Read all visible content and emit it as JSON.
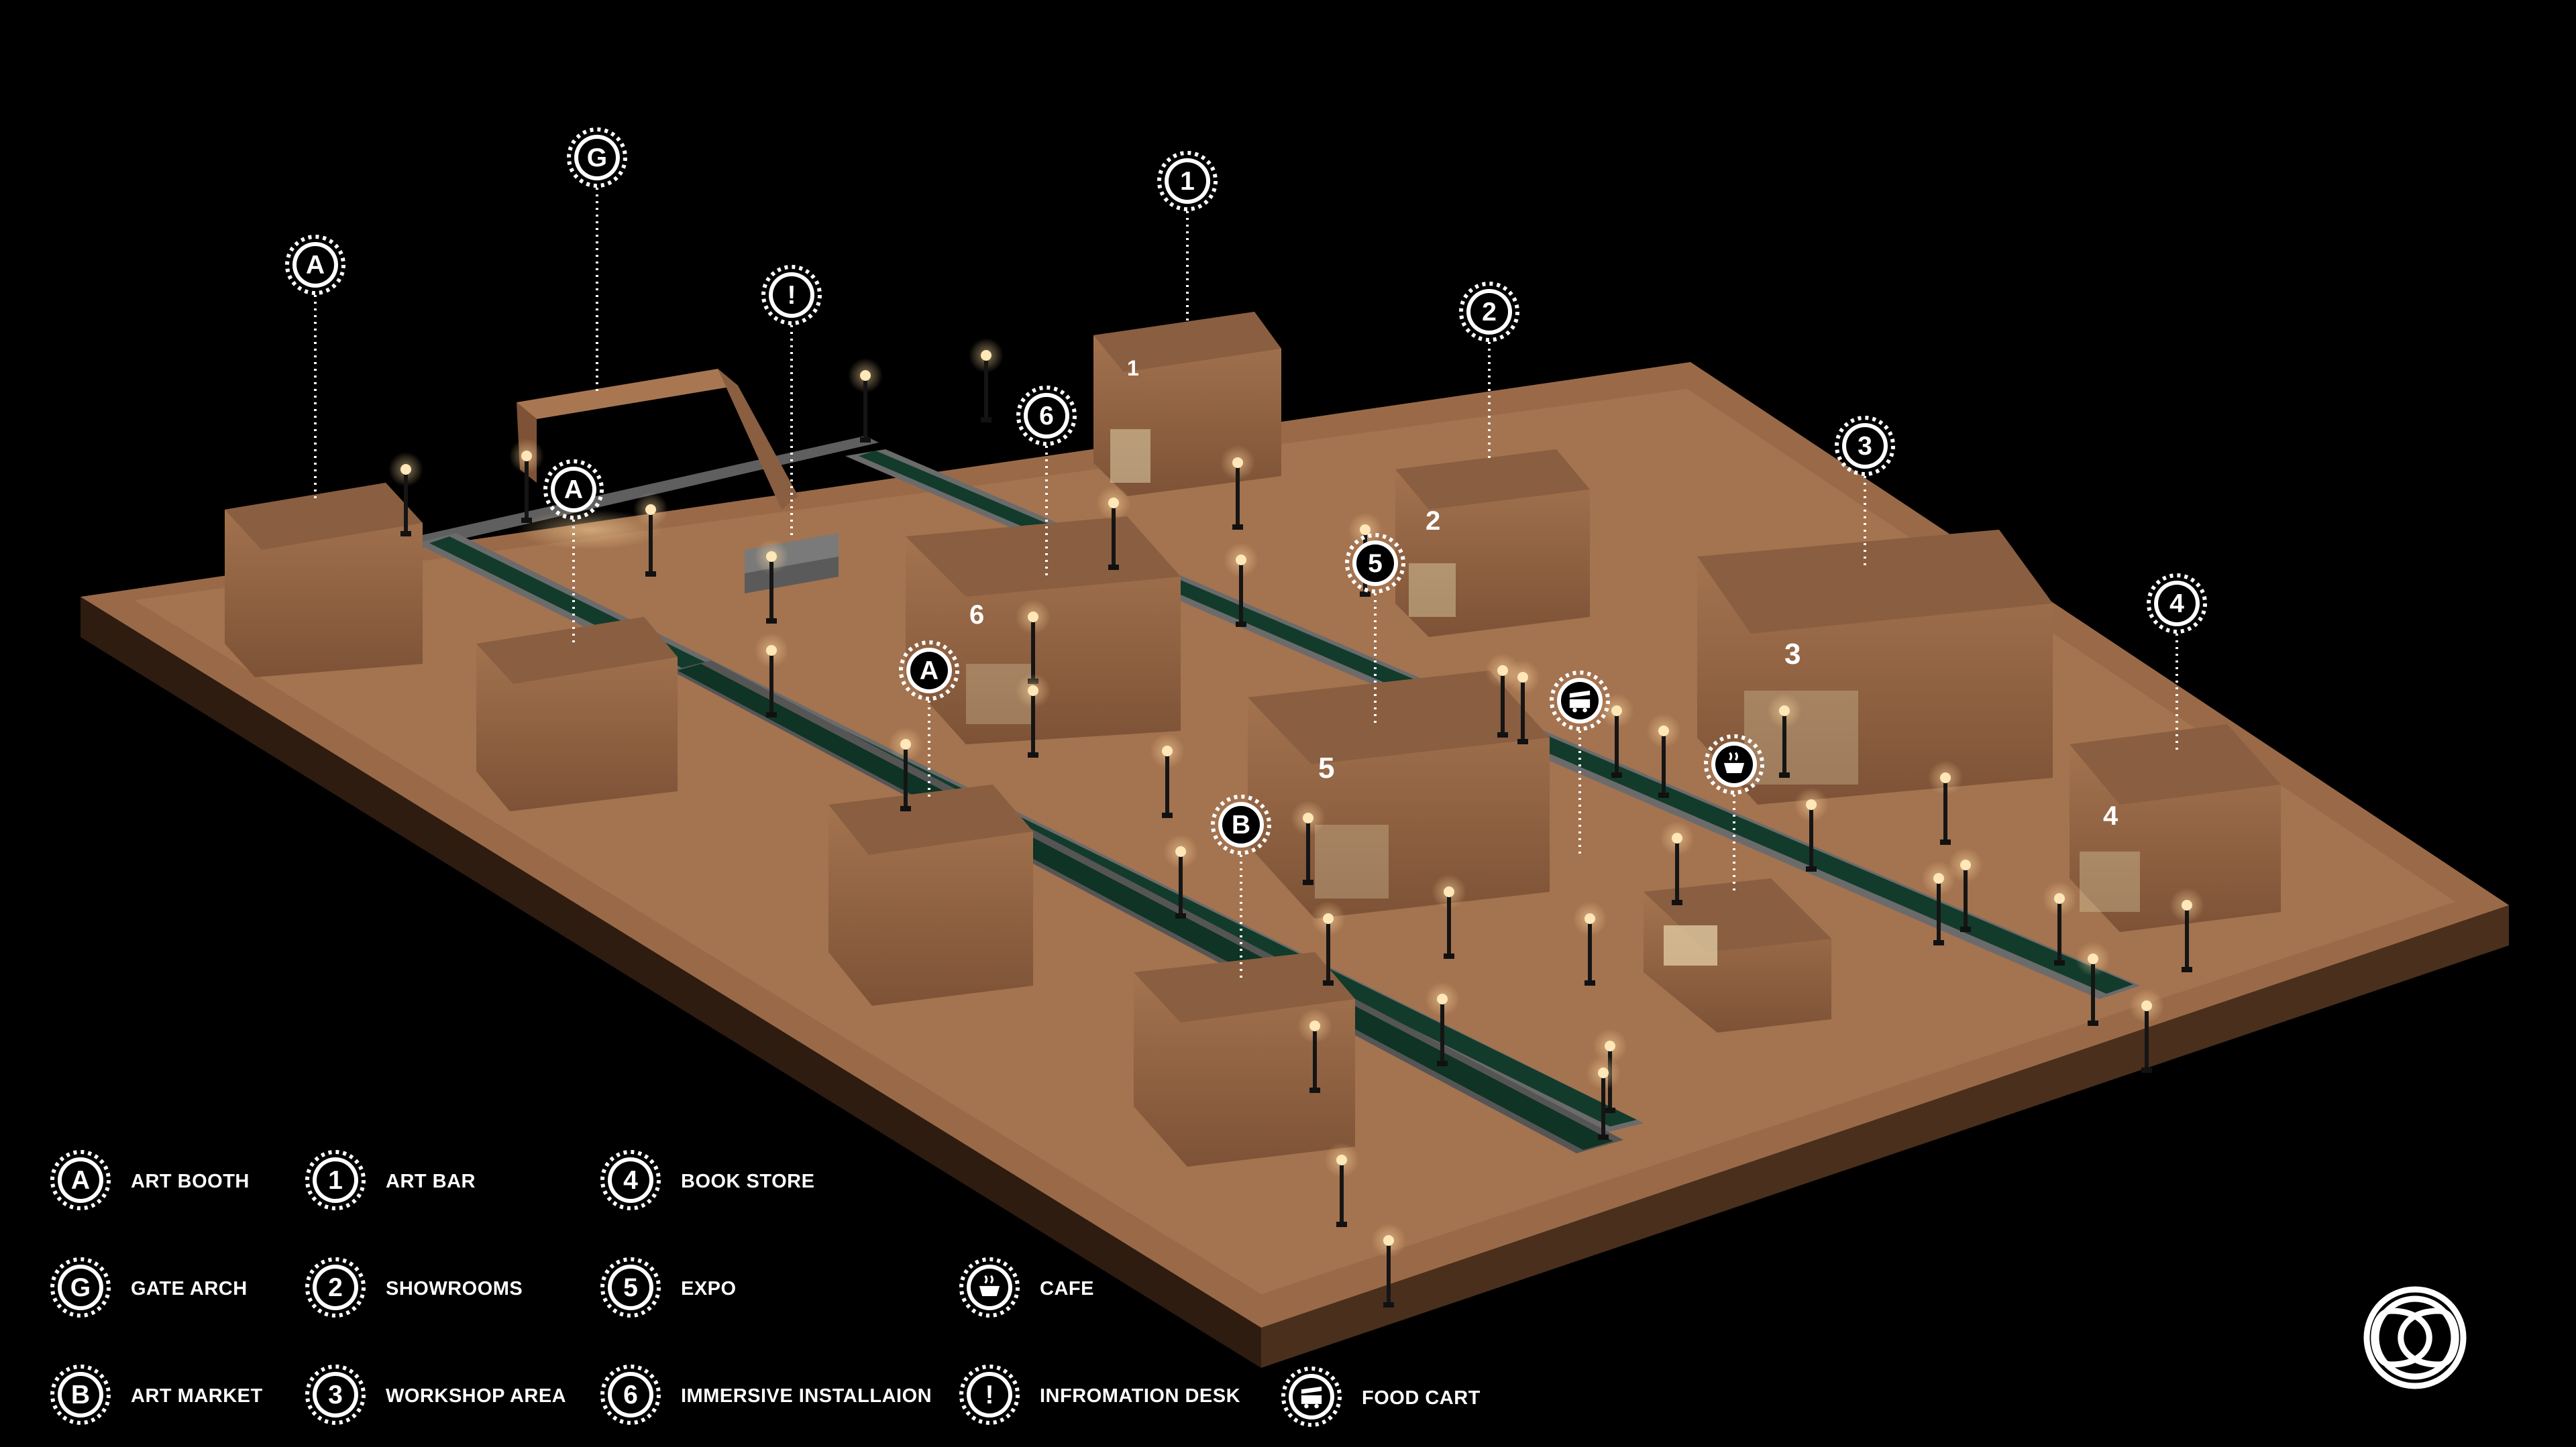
{
  "colors": {
    "background": "#000000",
    "deck": "#9a6a48",
    "deck_dark": "#5a3a26",
    "building": "#a0704c",
    "building_top": "#8a5e40",
    "water": "#123b2c",
    "walkway": "#6e6e6e",
    "marker": "#ffffff"
  },
  "markers": [
    {
      "symbol": "G",
      "icon": "letter"
    },
    {
      "symbol": "A",
      "icon": "letter"
    },
    {
      "symbol": "!",
      "icon": "letter"
    },
    {
      "symbol": "1",
      "icon": "letter"
    },
    {
      "symbol": "6",
      "icon": "letter"
    },
    {
      "symbol": "A",
      "icon": "letter"
    },
    {
      "symbol": "2",
      "icon": "letter"
    },
    {
      "symbol": "3",
      "icon": "letter"
    },
    {
      "symbol": "5",
      "icon": "letter"
    },
    {
      "symbol": "A",
      "icon": "letter"
    },
    {
      "symbol": "",
      "icon": "food-cart-icon"
    },
    {
      "symbol": "",
      "icon": "cafe-icon"
    },
    {
      "symbol": "4",
      "icon": "letter"
    },
    {
      "symbol": "B",
      "icon": "letter"
    }
  ],
  "building_numbers": [
    "1",
    "2",
    "3",
    "4",
    "5",
    "6"
  ],
  "legend": [
    {
      "symbol": "A",
      "icon": "letter",
      "label": "ART BOOTH"
    },
    {
      "symbol": "1",
      "icon": "letter",
      "label": "ART BAR"
    },
    {
      "symbol": "4",
      "icon": "letter",
      "label": "BOOK STORE"
    },
    {
      "symbol": "G",
      "icon": "letter",
      "label": "GATE ARCH"
    },
    {
      "symbol": "2",
      "icon": "letter",
      "label": "SHOWROOMS"
    },
    {
      "symbol": "5",
      "icon": "letter",
      "label": "EXPO"
    },
    {
      "symbol": "",
      "icon": "cafe-icon",
      "label": "CAFE"
    },
    {
      "symbol": "B",
      "icon": "letter",
      "label": "ART MARKET"
    },
    {
      "symbol": "3",
      "icon": "letter",
      "label": "WORKSHOP AREA"
    },
    {
      "symbol": "6",
      "icon": "letter",
      "label": "IMMERSIVE INSTALLAION"
    },
    {
      "symbol": "!",
      "icon": "letter",
      "label": "INFROMATION DESK"
    },
    {
      "symbol": "",
      "icon": "food-cart-icon",
      "label": "FOOD CART"
    }
  ],
  "logo": {
    "icon": "interlaced-knot-logo-icon"
  }
}
